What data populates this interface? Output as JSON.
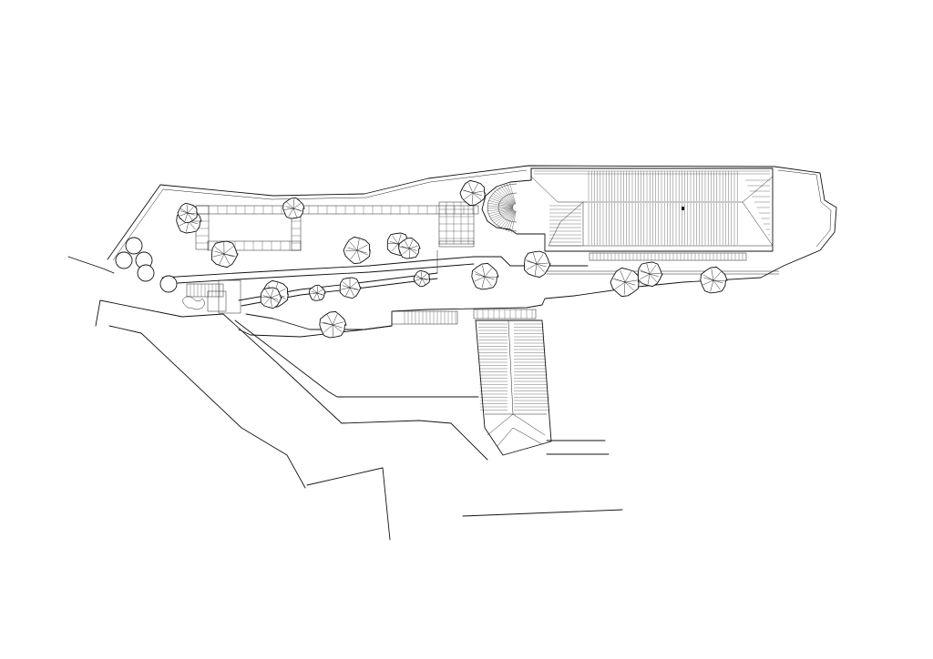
{
  "drawing": {
    "type": "site plan",
    "background": "#ffffff",
    "line_color": "#111111"
  },
  "legend": [],
  "elements": {
    "trees": 21,
    "buildings": [
      "main-roof-plan",
      "secondary-roof-plan"
    ],
    "icons": [
      "tree-icon",
      "well-icon",
      "stair-icon"
    ]
  }
}
